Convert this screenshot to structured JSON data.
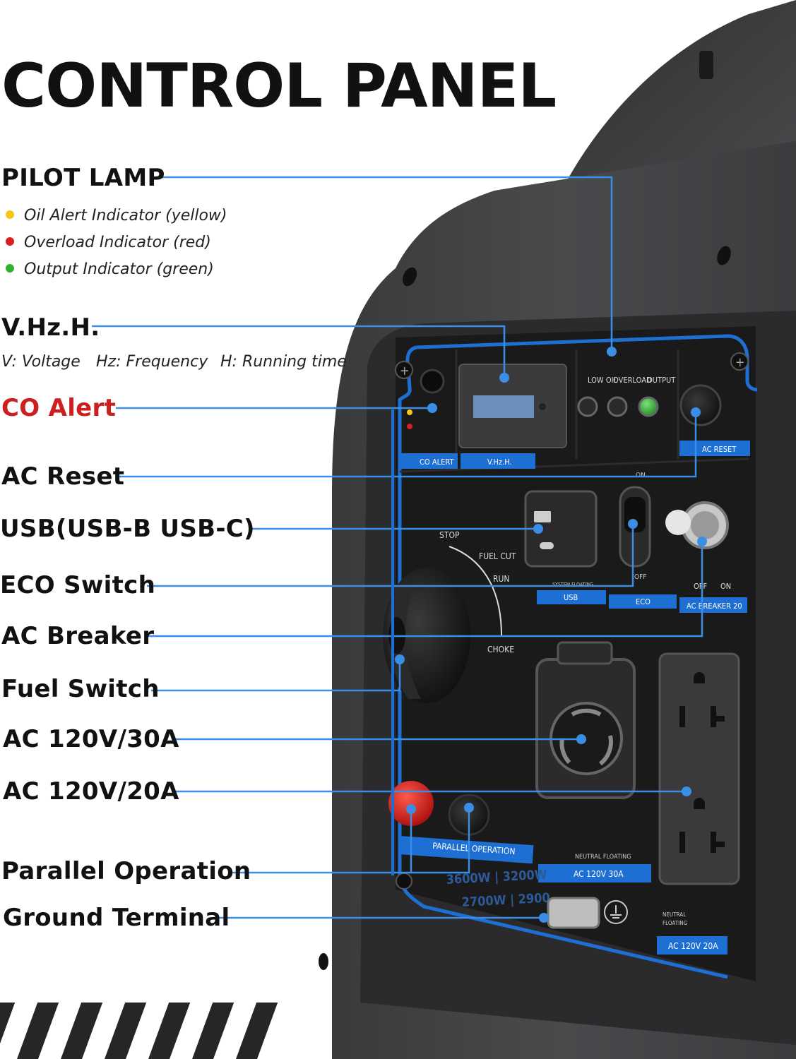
{
  "title": "CONTROL PANEL",
  "colors": {
    "leader": "#3a8ee6",
    "panel_accent": "#1d6fd4",
    "yellow": "#f5c518",
    "red": "#d81e1e",
    "green": "#2bb52b",
    "co_alert": "#cc1f1f"
  },
  "pilot_lamp": {
    "label": "PILOT LAMP",
    "indicators": [
      {
        "text": "Oil Alert Indicator (yellow)",
        "color": "#f5c518"
      },
      {
        "text": "Overload Indicator (red)",
        "color": "#d81e1e"
      },
      {
        "text": "Output Indicator (green)",
        "color": "#2bb52b"
      }
    ]
  },
  "vhzh": {
    "label": "V.Hz.H.",
    "defs": [
      "V: Voltage",
      "Hz: Frequency",
      "H: Running time"
    ]
  },
  "callouts": {
    "co_alert": "CO Alert",
    "ac_reset": "AC Reset",
    "usb": "USB(USB-B USB-C)",
    "eco": "ECO Switch",
    "ac_breaker": "AC Breaker",
    "fuel": "Fuel Switch",
    "ac30": "AC 120V/30A",
    "ac20": "AC 120V/20A",
    "parallel": "Parallel Operation",
    "ground": "Ground Terminal"
  },
  "panel_text": {
    "low_oil": "LOW OIL",
    "overload": "OVERLOAD",
    "output": "OUTPUT",
    "co_alert": "CO ALERT",
    "vhzh": "V.Hz.H.",
    "ac_reset": "AC RESET",
    "stop": "STOP",
    "fuel_cut": "FUEL CUT",
    "run": "RUN",
    "choke": "CHOKE",
    "usb": "USB",
    "system_floating": "SYSTEM FLOATING",
    "eco": "ECO",
    "on": "ON",
    "off": "OFF",
    "ac_breaker": "AC BREAKER 20",
    "parallel": "PARALLEL OPERATION",
    "neutral_floating": "NEUTRAL FLOATING",
    "ac120_30": "AC 120V 30A",
    "neutral": "NEUTRAL",
    "floating": "FLOATING",
    "ac120_20": "AC 120V 20A",
    "starting": "3600W | 3200W",
    "running": "2700W | 2900"
  }
}
